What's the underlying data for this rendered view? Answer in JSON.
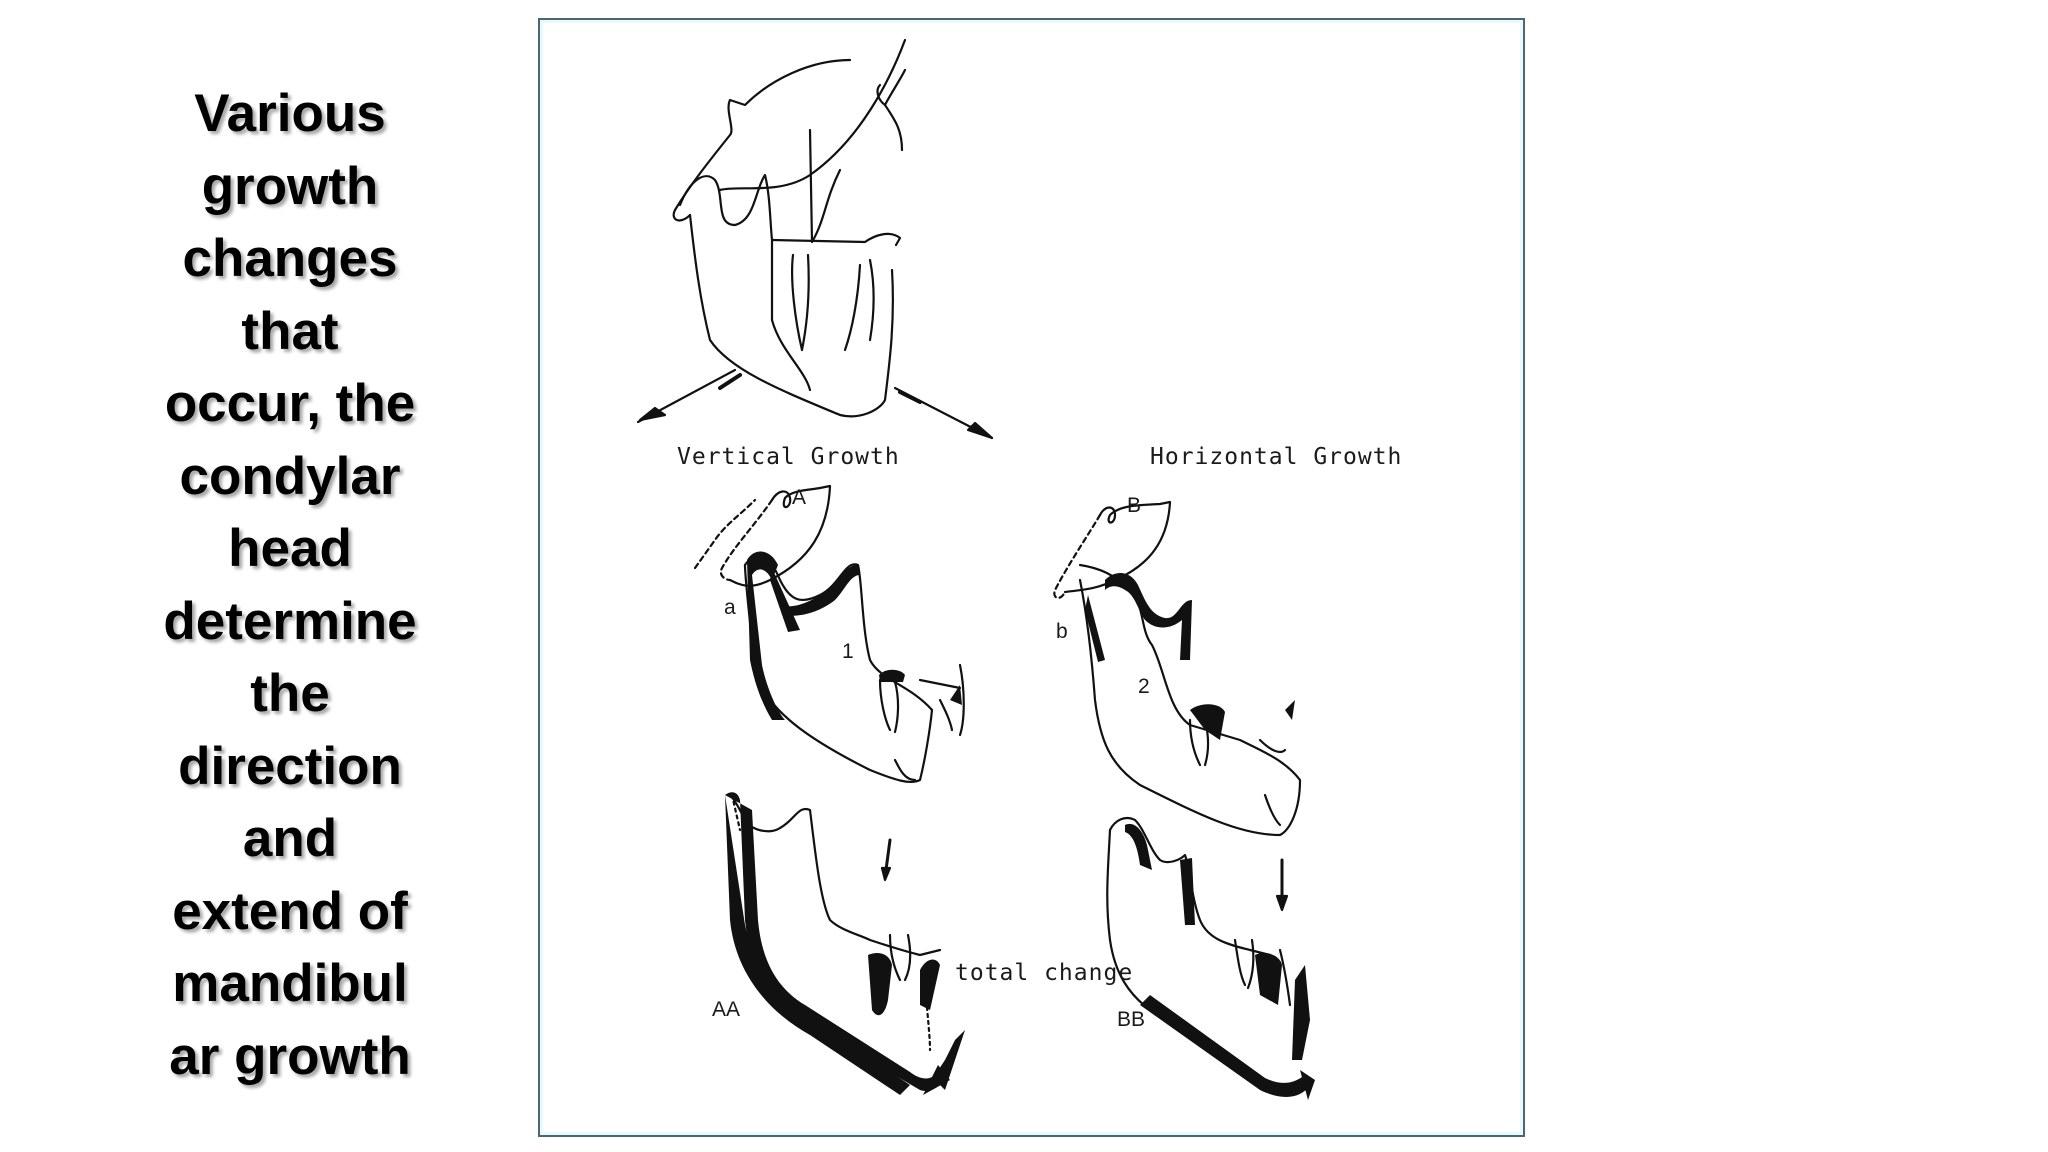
{
  "slide": {
    "caption_lines": [
      "Various",
      "growth",
      "changes",
      "that",
      "occur, the",
      "condylar",
      "head",
      "determine",
      "the",
      "direction",
      "and",
      "extend of",
      "mandibul",
      "ar growth"
    ]
  },
  "figure": {
    "frame_border_color": "#4f6672",
    "labels": {
      "vertical_growth": "Vertical Growth",
      "horizontal_growth": "Horizontal Growth",
      "total_change": "total change",
      "point_A": "A",
      "point_a": "a",
      "arrow_1": "1",
      "point_B": "B",
      "point_b": "b",
      "arrow_2": "2",
      "result_AA": "AA",
      "result_BB": "BB"
    }
  }
}
